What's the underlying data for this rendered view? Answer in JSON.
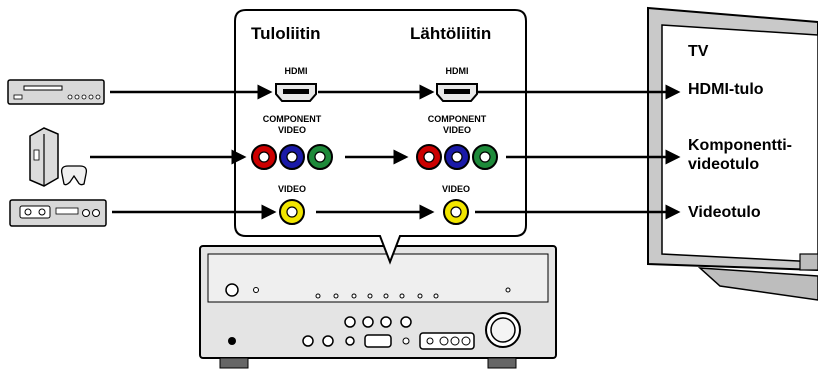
{
  "panel": {
    "input_heading": "Tuloliitin",
    "output_heading": "Lähtöliitin",
    "connectors": {
      "hdmi": "HDMI",
      "component_line1": "COMPONENT",
      "component_line2": "VIDEO",
      "video": "VIDEO"
    }
  },
  "tv": {
    "title": "TV",
    "hdmi_input": "HDMI-tulo",
    "component_input_line1": "Komponentti-",
    "component_input_line2": "videotulo",
    "video_input": "Videotulo"
  },
  "colors": {
    "component_red": "#cc0000",
    "component_blue": "#1a1aa8",
    "component_green": "#1e8a3a",
    "video_yellow": "#f2e600",
    "device_gray": "#d8d8d8"
  },
  "icons": [
    "bd-player-icon",
    "game-console-icon",
    "vcr-icon",
    "av-receiver-icon",
    "tv-icon"
  ]
}
